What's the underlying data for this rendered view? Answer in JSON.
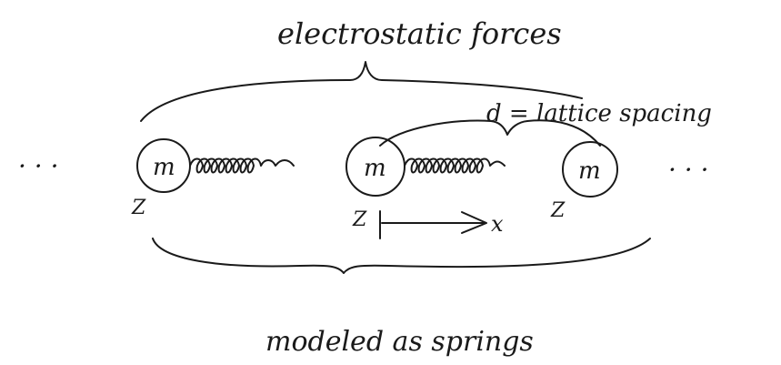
{
  "labels": {
    "top_title": "electrostatic forces",
    "lattice_spacing": "d = lattice spacing",
    "bottom_title": "modeled as springs",
    "mass": "m",
    "charge": "Z",
    "displacement": "x",
    "ellipsis": "· · ·"
  },
  "colors": {
    "ink": "#1a1a1a",
    "background": "#ffffff"
  }
}
